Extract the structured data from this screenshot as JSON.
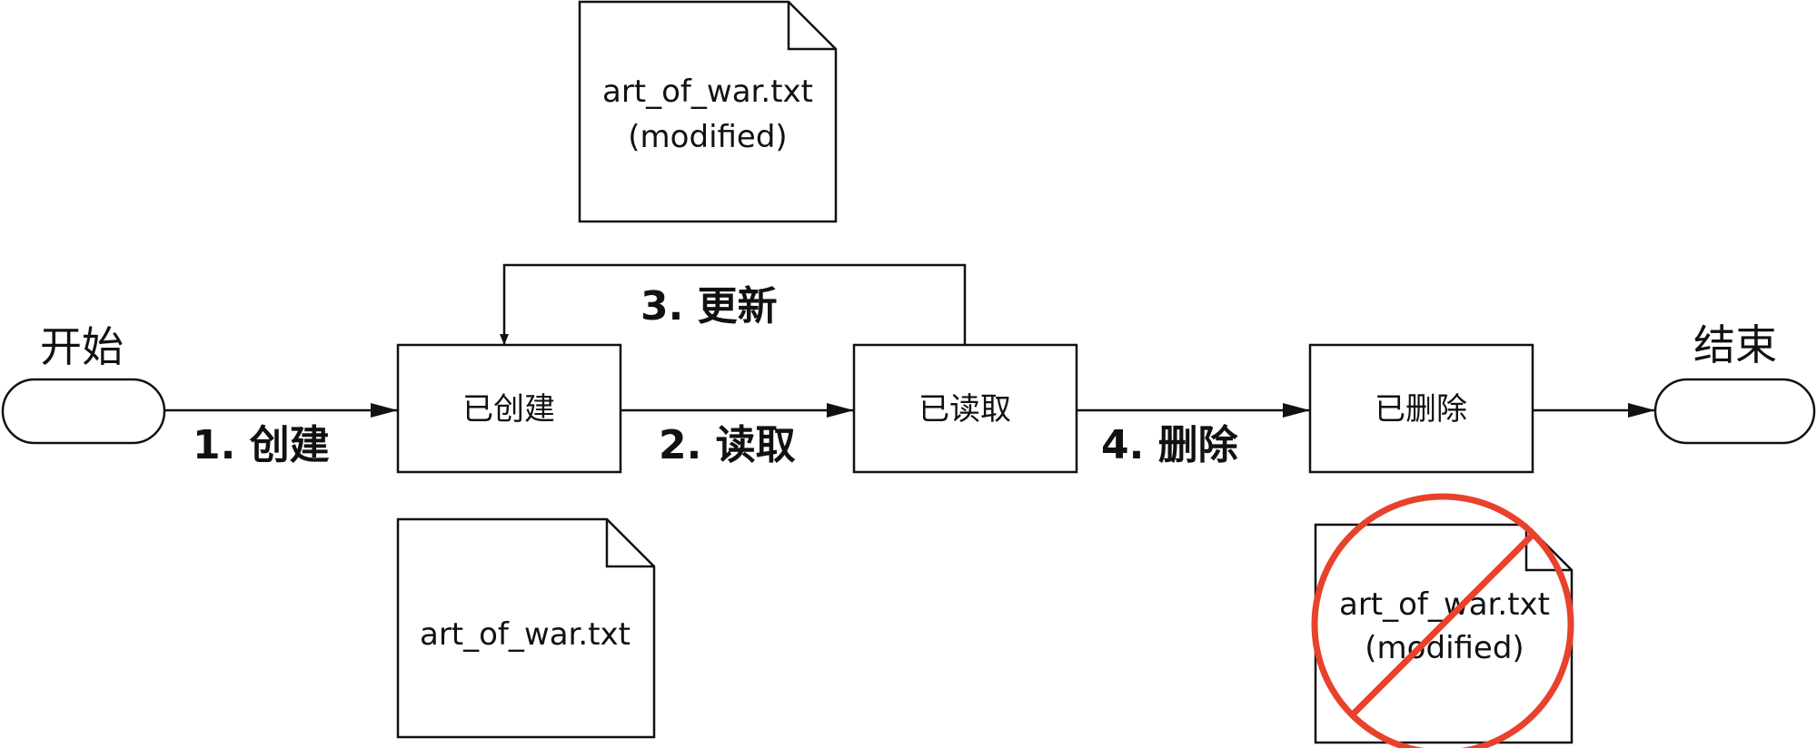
{
  "terminals": {
    "start": {
      "label": "开始"
    },
    "end": {
      "label": "结束"
    }
  },
  "states": [
    {
      "id": "created",
      "label": "已创建"
    },
    {
      "id": "read",
      "label": "已读取"
    },
    {
      "id": "deleted",
      "label": "已删除"
    }
  ],
  "transitions": [
    {
      "label": "1. 创建"
    },
    {
      "label": "2. 读取"
    },
    {
      "label": "3. 更新"
    },
    {
      "label": "4. 删除"
    }
  ],
  "documents": {
    "created_file": {
      "name": "art_of_war.txt"
    },
    "modified_file": {
      "name": "art_of_war.txt",
      "note": "(modified)"
    },
    "deleted_file": {
      "name": "art_of_war.txt",
      "note": "(modified)",
      "crossed_out": true
    }
  },
  "colors": {
    "line": "#111111",
    "prohibition": "#e8412c"
  }
}
